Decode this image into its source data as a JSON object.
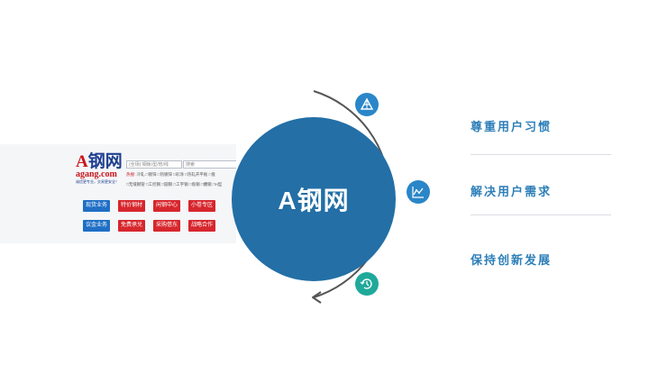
{
  "center": {
    "title": "A钢网"
  },
  "features": [
    {
      "label": "尊重用户习惯"
    },
    {
      "label": "解决用户需求"
    },
    {
      "label": "保持创新发展"
    }
  ],
  "icons": [
    "triangle-pyramid-icon",
    "line-chart-icon",
    "history-icon"
  ],
  "colors": {
    "circle": "#236fa6",
    "arc": "#555555",
    "icon_blue": "#2a86c8",
    "icon_teal": "#1fa99a",
    "text": "#2d7fb8"
  },
  "site": {
    "logo_main_a": "A",
    "logo_main_rest": "钢网",
    "logo_domain": "agang.com",
    "logo_slogan": "诚信更专业，交易更安全！",
    "search_placeholder": "(全场) 钢板/型/管/线",
    "search_secondary": "搜索",
    "hot_label": "热搜:",
    "hot_row1": "冷轧 □镀锌 □热镀锌 □彩涂 □热轧开平板 □盘",
    "hot_row2": "□无缝钢管 □工控钢 □圆钢 □工字钢 □角钢 □槽钢 □H型",
    "buttons": [
      "现货业务",
      "特价钢材",
      "闲钢中心",
      "小卷专区",
      "议金业务",
      "免费承兑",
      "采购借东",
      "战略合作"
    ]
  }
}
